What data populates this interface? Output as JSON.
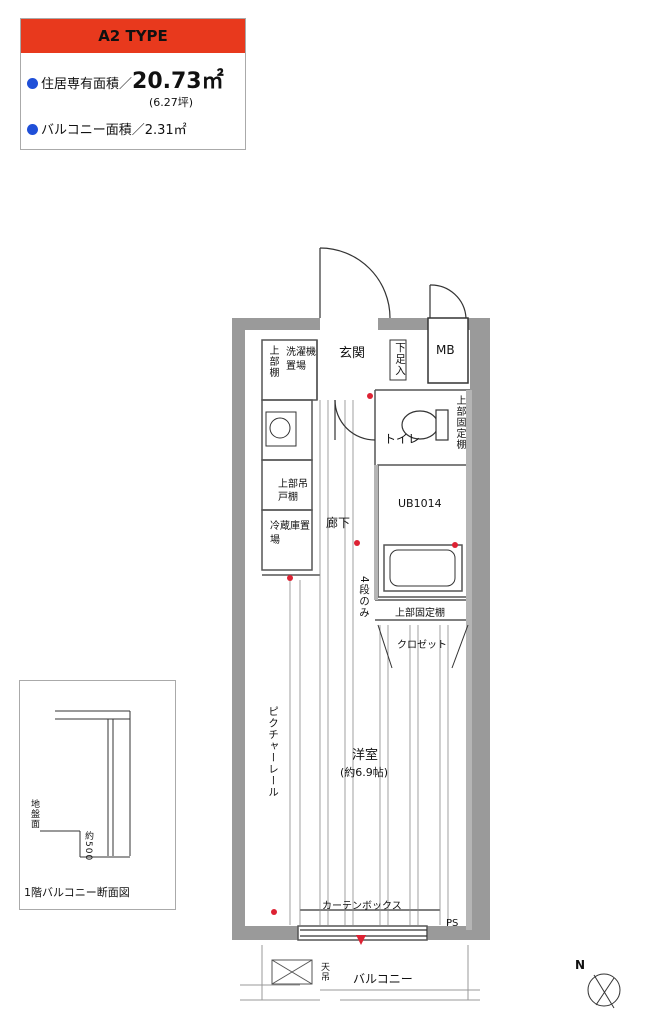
{
  "title": "A2 TYPE",
  "area": {
    "living_label": "住居専有面積／",
    "living_value": "20.73㎡",
    "living_tsubo": "(6.27坪)",
    "balcony_label": "バルコニー面積／2.31㎡",
    "bullet_color": "#1f4fd8",
    "header_color": "#e8391d"
  },
  "rooms": {
    "genkan": "玄関",
    "geta": "下足入",
    "mb": "MB",
    "toilet": "トイレ",
    "ub": "UB1014",
    "sentakuki": "洗濯機置場",
    "reizoko": "冷蔵庫置場",
    "jobu_tsuritodana": "上部吊戸棚",
    "jobu_kyokin": "上部棚",
    "jobu_kotei_toilet": "上部固定棚",
    "roka": "廊下",
    "kaidan": "4段のみ",
    "jobu_kotei_closet": "上部固定棚",
    "closet": "クロゼット",
    "yoshitsu": "洋室",
    "yoshitsu_size": "(約6.9帖)",
    "picture_rail": "ピクチャーレール",
    "curtain_box": "カーテンボックス",
    "ps": "PS",
    "balcony": "バルコニー",
    "tenshi": "天吊",
    "north": "N"
  },
  "inset": {
    "caption": "1階バルコニー断面図",
    "ground": "地盤面",
    "height": "約500"
  }
}
